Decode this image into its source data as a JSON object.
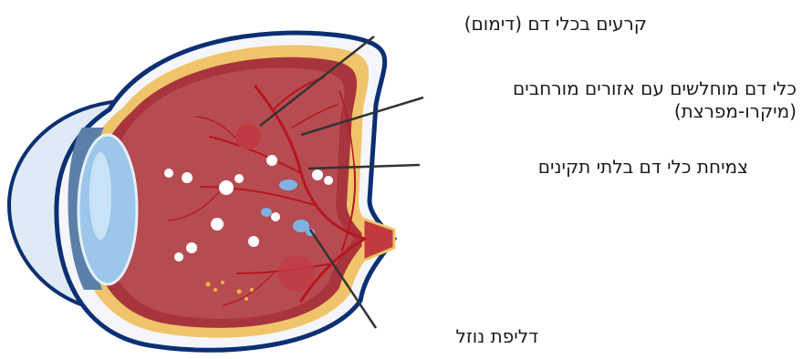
{
  "labels": {
    "hemorrhage": "קרעים בכלי דם (דימום)",
    "weak_vessels_line1": "כלי דם מוחלשים עם אזורים מורחבים",
    "weak_vessels_line2": "(מיקרו-מפרצת)",
    "abnormal_growth": "צמיחת כלי דם בלתי תקינים",
    "fluid_leak": "דליפת נוזל"
  },
  "colors": {
    "sclera_outer": "#0b2f73",
    "sclera_white": "#f4f6fb",
    "choroid_yellow": "#f0c46a",
    "retina_red": "#a8343d",
    "vitreous": "#b64b52",
    "lens_blue": "#9cc7ea",
    "cornea": "#dfeaf6",
    "vessel": "#b8161d",
    "exudate": "#ffffff",
    "microaneurysm": "#7fb2e2",
    "hard_exudate": "#e8b93a",
    "leader_line": "#333333"
  }
}
